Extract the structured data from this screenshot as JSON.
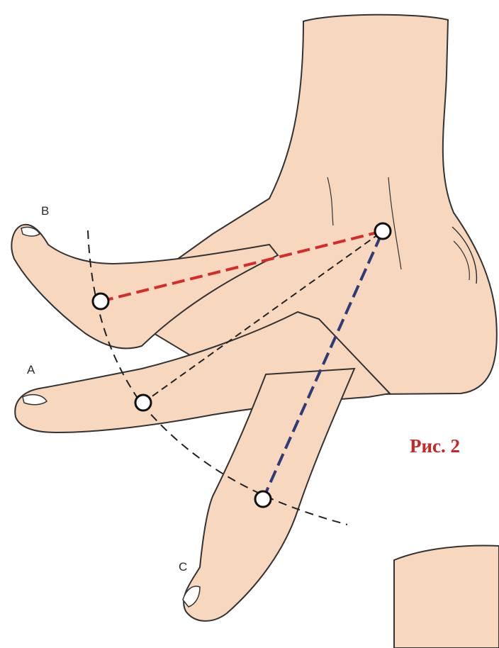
{
  "figure": {
    "caption": "Рис. 2",
    "caption_color": "#c62828",
    "labels": {
      "a": "A",
      "b": "B",
      "c": "C"
    }
  },
  "colors": {
    "skin": "#f8d7bf",
    "skin_shadow": "#f0c3a4",
    "outline": "#333333",
    "red_line": "#d42b2b",
    "blue_line": "#2f3b78",
    "black_line": "#222222"
  }
}
